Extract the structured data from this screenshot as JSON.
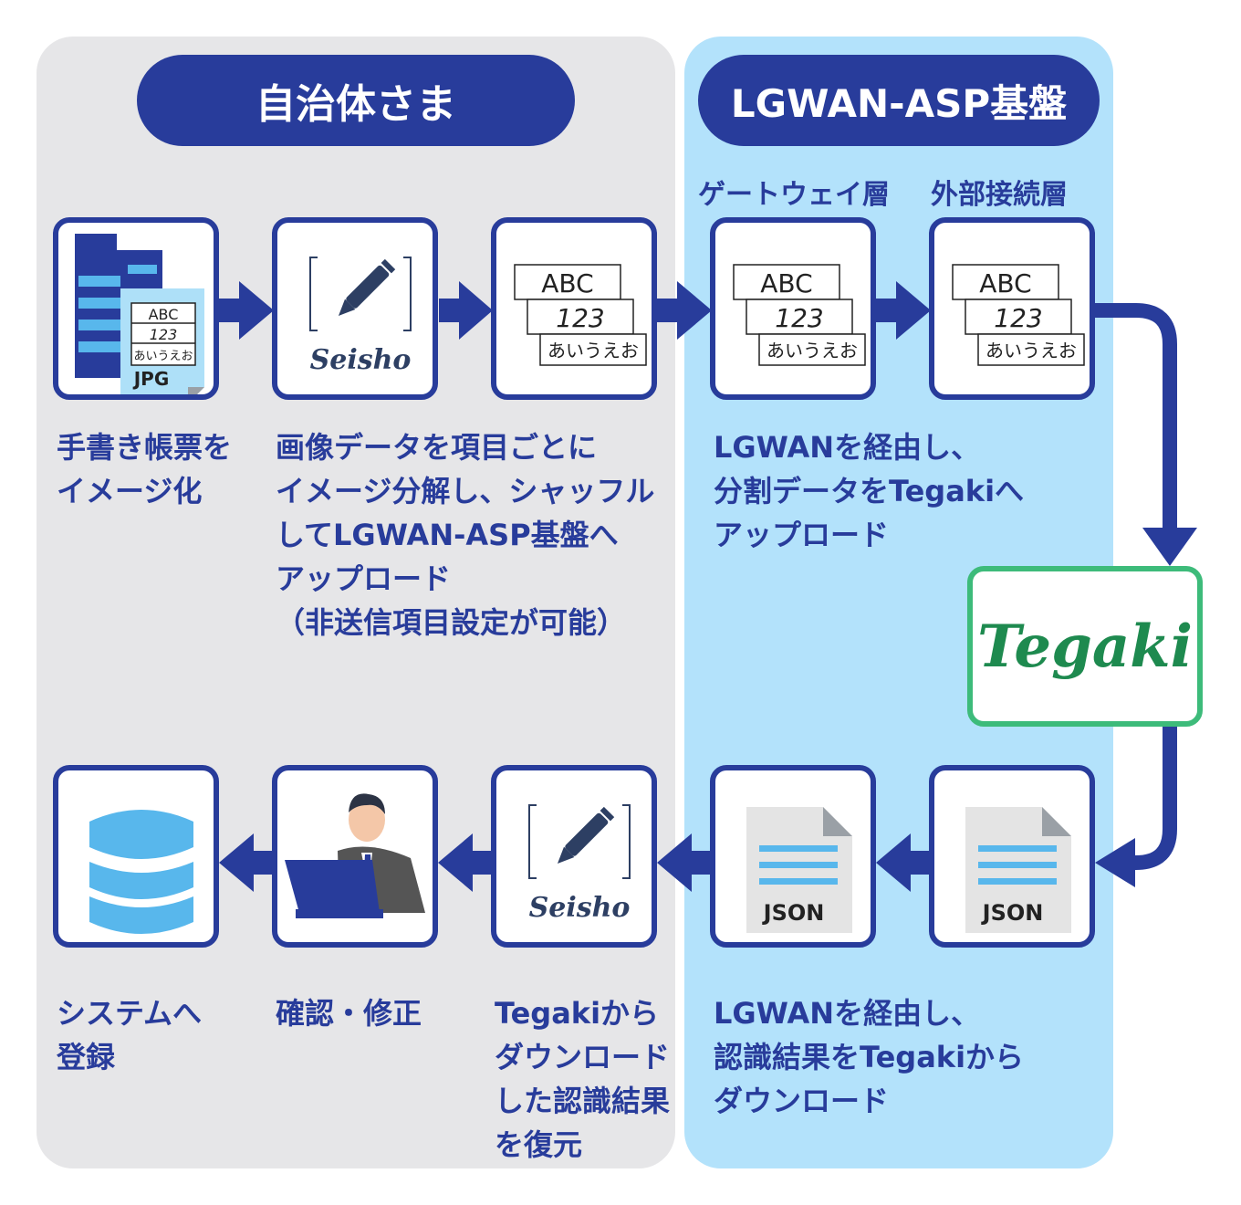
{
  "headers": {
    "left": "自治体さま",
    "right": "LGWAN-ASP基盤"
  },
  "layers": {
    "gateway": "ゲートウェイ層",
    "external": "外部接続層"
  },
  "sample": {
    "abc": "ABC",
    "num": "123",
    "kana": "あいうえお",
    "jpg": "JPG"
  },
  "brand": {
    "seisho": "Seisho",
    "tegaki": "Tegaki"
  },
  "file": {
    "json": "JSON"
  },
  "captions": {
    "scan": "手書き帳票を\nイメージ化",
    "split": "画像データを項目ごとに\nイメージ分解し、シャッフル\nしてLGWAN-ASP基盤へ\nアップロード\n（非送信項目設定が可能）",
    "upload": "LGWANを経由し、\n分割データをTegakiへ\nアップロード",
    "download": "LGWANを経由し、\n認識結果をTegakiから\nダウンロード",
    "restore": "Tegakiから\nダウンロード\nした認識結果\nを復元",
    "review": "確認・修正",
    "register": "システムへ\n登録"
  },
  "colors": {
    "navy": "#283c9b",
    "left_bg": "#e6e6e8",
    "right_bg": "#b3e2fb",
    "tegaki_green": "#3dbb7a",
    "db_blue": "#58b7ec"
  }
}
